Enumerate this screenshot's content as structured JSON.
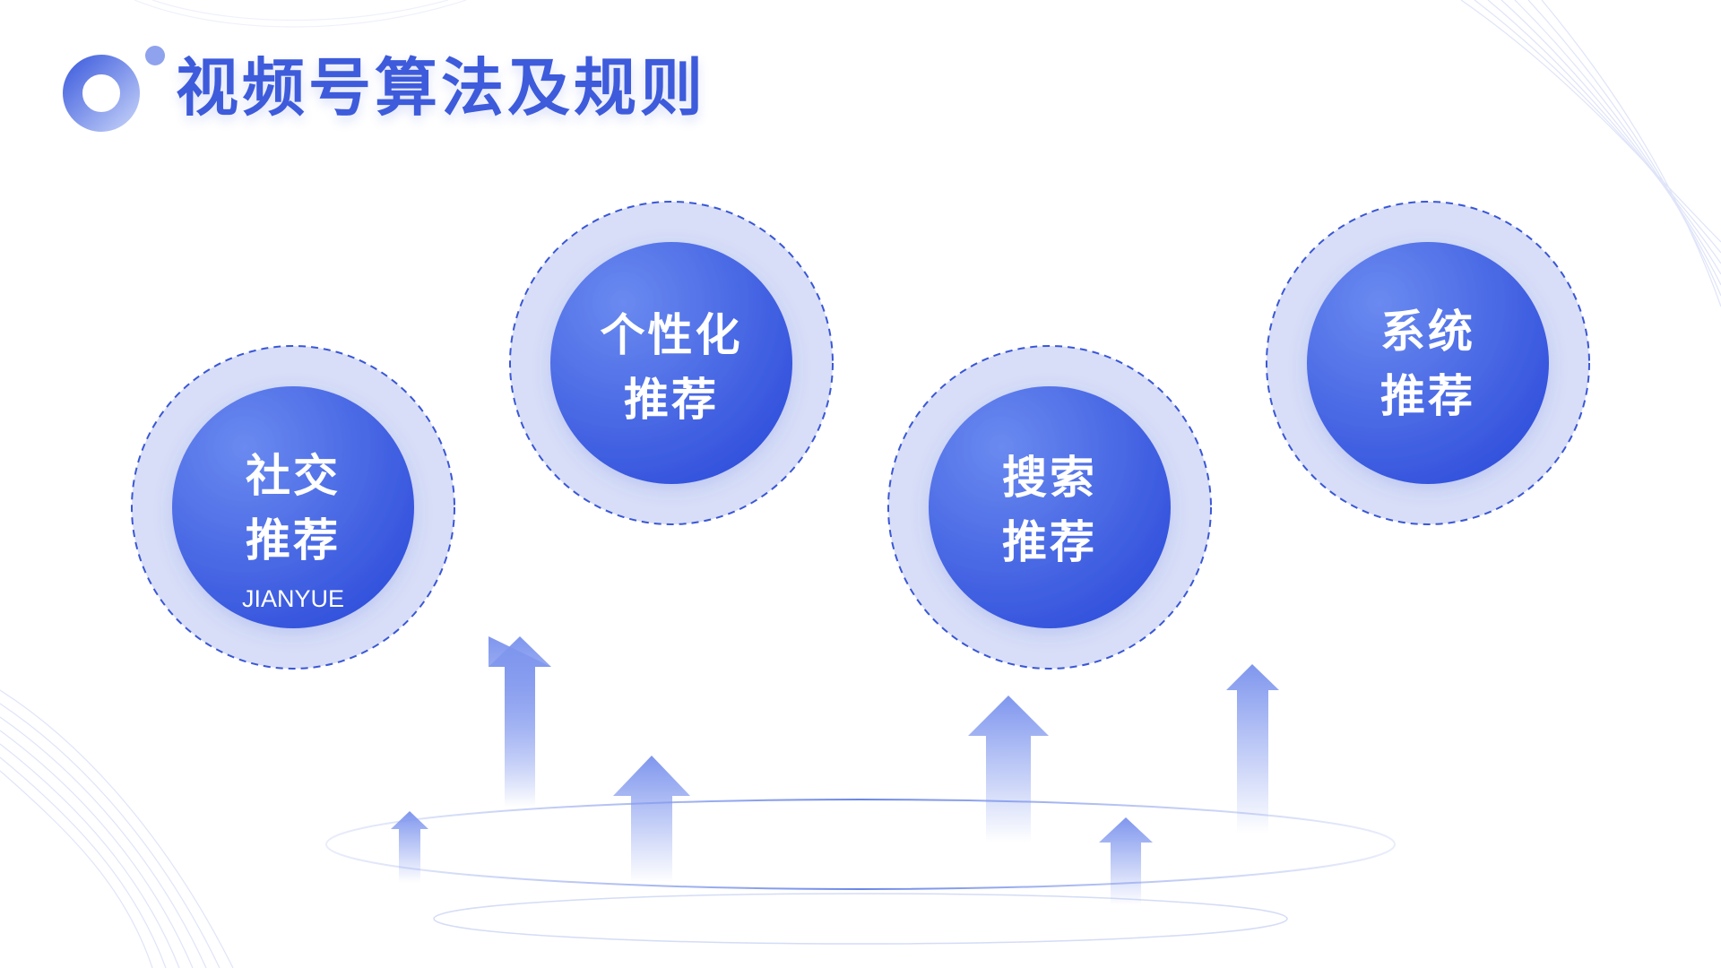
{
  "title": "视频号算法及规则",
  "nodes": [
    {
      "line1": "社交",
      "line2": "推荐",
      "sub": "JIANYUE"
    },
    {
      "line1": "个性化",
      "line2": "推荐"
    },
    {
      "line1": "搜索",
      "line2": "推荐"
    },
    {
      "line1": "系统",
      "line2": "推荐"
    }
  ],
  "colors": {
    "accent": "#3d5bdb",
    "circle_light": "#5f81ec",
    "circle_dark": "#3353db",
    "ring": "#d8def7",
    "ring_dash": "#3a57d6",
    "arrow": "#8ea3ef"
  },
  "icons": [
    "logo-ring-icon",
    "arrow-up-icon"
  ]
}
